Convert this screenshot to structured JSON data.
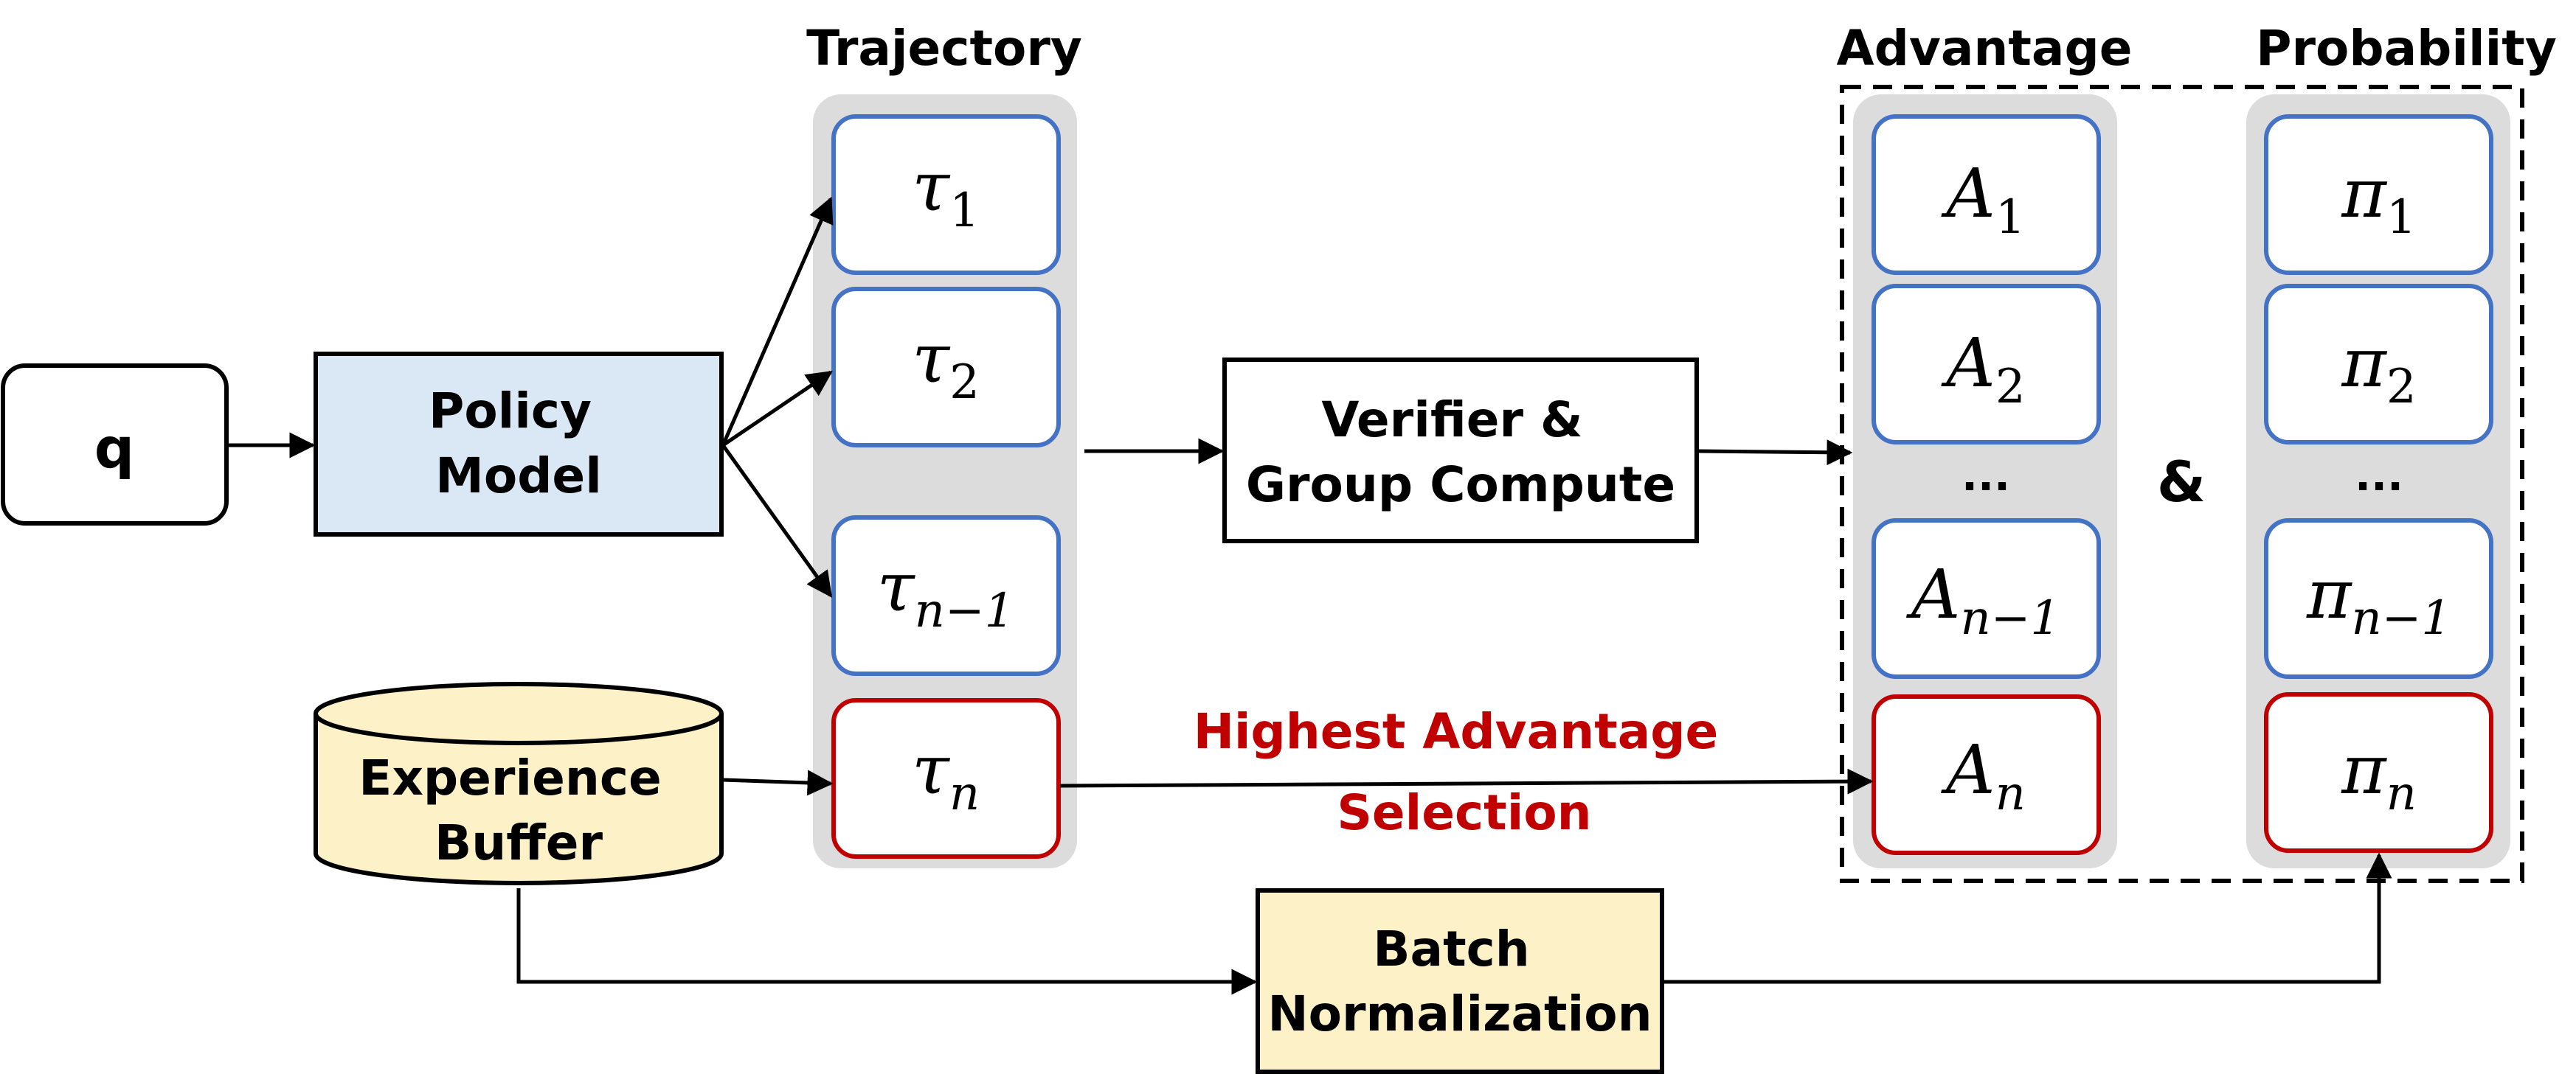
{
  "headers": {
    "trajectory": "Trajectory",
    "advantage": "Advantage",
    "probability": "Probability"
  },
  "nodes": {
    "query": "q",
    "policy_model": [
      "Policy",
      "Model"
    ],
    "verifier": [
      "Verifier &",
      "Group Compute"
    ],
    "experience_buffer": [
      "Experience",
      "Buffer"
    ],
    "batch_norm": [
      "Batch",
      "Normalization"
    ]
  },
  "trajectory": {
    "items": [
      {
        "base": "τ",
        "sub": "1"
      },
      {
        "base": "τ",
        "sub": "2"
      },
      {
        "base": "τ",
        "sub": "n−1"
      },
      {
        "base": "τ",
        "sub": "n"
      }
    ]
  },
  "advantage": {
    "items": [
      {
        "base": "A",
        "sub": "1"
      },
      {
        "base": "A",
        "sub": "2"
      },
      {
        "base": "A",
        "sub": "n−1"
      },
      {
        "base": "A",
        "sub": "n"
      }
    ],
    "ellipsis": "..."
  },
  "probability": {
    "items": [
      {
        "base": "π",
        "sub": "1"
      },
      {
        "base": "π",
        "sub": "2"
      },
      {
        "base": "π",
        "sub": "n−1"
      },
      {
        "base": "π",
        "sub": "n"
      }
    ],
    "ellipsis": "..."
  },
  "ampersand": "&",
  "selection_label": [
    "Highest Advantage",
    "Selection"
  ],
  "colors": {
    "blue_border": "#4472c4",
    "red_border": "#c00000",
    "red_text": "#c00000",
    "policy_fill": "#dae8f5",
    "yellow_fill": "#fdf1c7",
    "column_bg": "#dcdcdc"
  }
}
